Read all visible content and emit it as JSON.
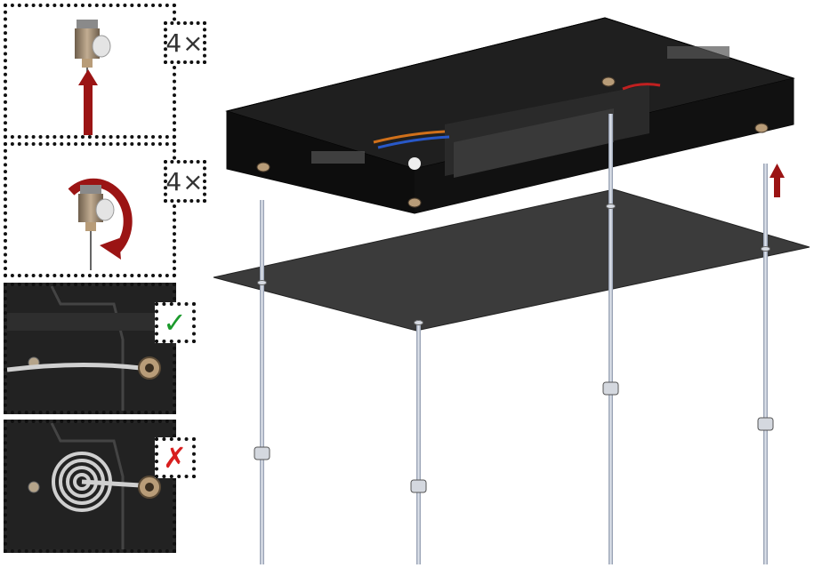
{
  "steps": [
    {
      "id": "insert-rod",
      "multiplier": "4×"
    },
    {
      "id": "rotate-nut",
      "multiplier": "4×"
    }
  ],
  "cable_guidance": {
    "correct_mark": "✓",
    "wrong_mark": "✗"
  },
  "colors": {
    "arrow": "#9b1414",
    "check": "#1b9a2c",
    "cross": "#d81e1e",
    "housing": "#181818",
    "panel": "#3a3a3a",
    "rod": "#c8ccd4"
  }
}
